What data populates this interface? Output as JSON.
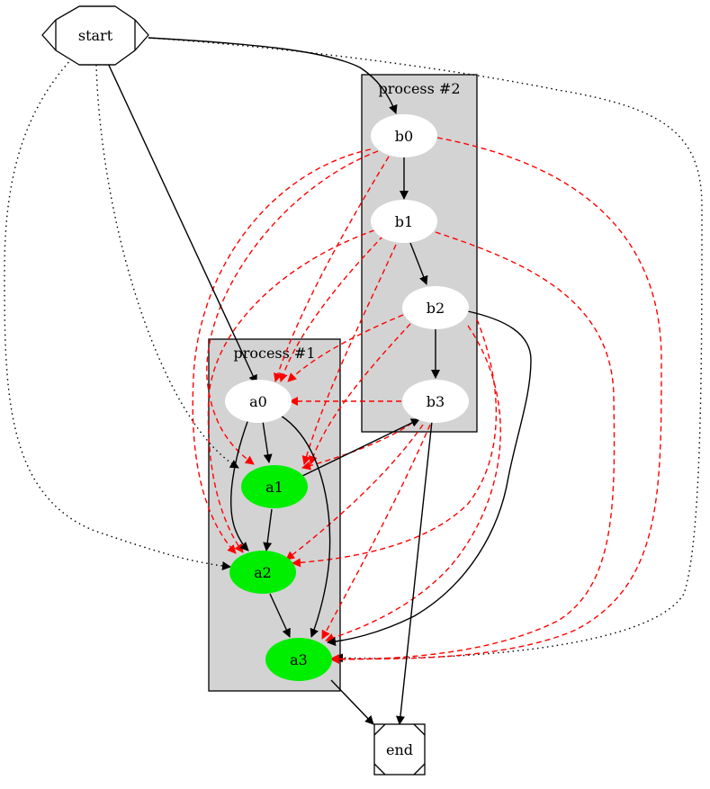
{
  "diagram": {
    "clusters": [
      {
        "id": "cluster1",
        "label": "process #1"
      },
      {
        "id": "cluster2",
        "label": "process #2"
      }
    ],
    "nodes": [
      {
        "id": "start",
        "label": "start"
      },
      {
        "id": "end",
        "label": "end"
      },
      {
        "id": "a0",
        "label": "a0"
      },
      {
        "id": "a1",
        "label": "a1"
      },
      {
        "id": "a2",
        "label": "a2"
      },
      {
        "id": "a3",
        "label": "a3"
      },
      {
        "id": "b0",
        "label": "b0"
      },
      {
        "id": "b1",
        "label": "b1"
      },
      {
        "id": "b2",
        "label": "b2"
      },
      {
        "id": "b3",
        "label": "b3"
      }
    ],
    "edges": {
      "solid": [
        [
          "start",
          "a0"
        ],
        [
          "start",
          "b0"
        ],
        [
          "a0",
          "a1"
        ],
        [
          "a0",
          "a2"
        ],
        [
          "a0",
          "a3"
        ],
        [
          "a1",
          "a2"
        ],
        [
          "a1",
          "b3"
        ],
        [
          "a2",
          "a3"
        ],
        [
          "a3",
          "end"
        ],
        [
          "b0",
          "b1"
        ],
        [
          "b1",
          "b2"
        ],
        [
          "b2",
          "b3"
        ],
        [
          "b2",
          "a3"
        ],
        [
          "b3",
          "end"
        ]
      ],
      "dotted": [
        [
          "start",
          "a1"
        ],
        [
          "start",
          "a2"
        ],
        [
          "start",
          "a3"
        ]
      ],
      "dashed": [
        [
          "b0",
          "a0"
        ],
        [
          "b0",
          "a1"
        ],
        [
          "b0",
          "a2"
        ],
        [
          "b0",
          "a3"
        ],
        [
          "b1",
          "a0"
        ],
        [
          "b1",
          "a1"
        ],
        [
          "b1",
          "a2"
        ],
        [
          "b1",
          "a3"
        ],
        [
          "b2",
          "a0"
        ],
        [
          "b2",
          "a1"
        ],
        [
          "b2",
          "a2"
        ],
        [
          "b2",
          "a3"
        ],
        [
          "b3",
          "a0"
        ],
        [
          "b3",
          "a1"
        ],
        [
          "b3",
          "a2"
        ],
        [
          "b3",
          "a3"
        ]
      ]
    },
    "colors": {
      "cluster_fill": "#d3d3d3",
      "node_white": "#ffffff",
      "node_green": "#00ee00",
      "edge_black": "#000000",
      "edge_red": "#ff0000"
    }
  }
}
